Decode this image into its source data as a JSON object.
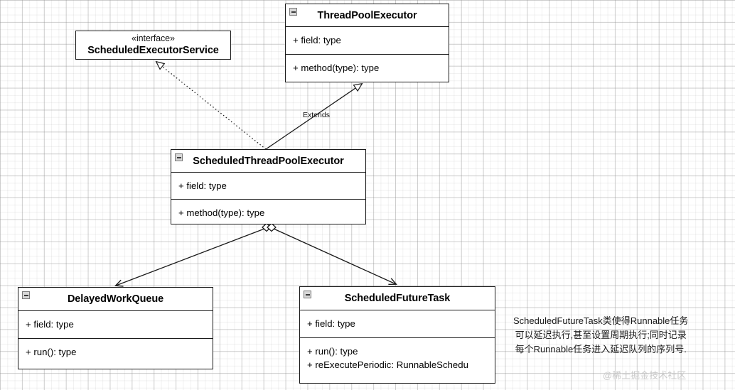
{
  "diagram": {
    "title": "ScheduledThreadPoolExecutor UML class diagram",
    "classes": [
      {
        "id": "thread-pool-executor",
        "name": "ThreadPoolExecutor",
        "stereotype": "",
        "icon": "collapse-icon",
        "fields": [
          "+ field: type"
        ],
        "methods": [
          "+ method(type): type"
        ]
      },
      {
        "id": "scheduled-executor-service",
        "name": "ScheduledExecutorService",
        "stereotype": "«interface»",
        "icon": "",
        "fields": [],
        "methods": []
      },
      {
        "id": "scheduled-thread-pool-executor",
        "name": "ScheduledThreadPoolExecutor",
        "stereotype": "",
        "icon": "collapse-icon",
        "fields": [
          "+ field: type"
        ],
        "methods": [
          "+ method(type): type"
        ]
      },
      {
        "id": "delayed-work-queue",
        "name": "DelayedWorkQueue",
        "stereotype": "",
        "icon": "collapse-icon",
        "fields": [
          "+ field: type"
        ],
        "methods": [
          "+ run(): type"
        ]
      },
      {
        "id": "scheduled-future-task",
        "name": "ScheduledFutureTask",
        "stereotype": "",
        "icon": "collapse-icon",
        "fields": [
          "+ field: type"
        ],
        "methods": [
          "+ run(): type",
          "+ reExecutePeriodic: RunnableSchedu"
        ]
      }
    ],
    "edges": [
      {
        "id": "extends-edge",
        "label": "Extends",
        "from": "scheduled-thread-pool-executor",
        "to": "thread-pool-executor",
        "style": "solid",
        "arrow": "hollow-triangle"
      },
      {
        "id": "implements-edge",
        "label": "",
        "from": "scheduled-thread-pool-executor",
        "to": "scheduled-executor-service",
        "style": "dotted",
        "arrow": "hollow-triangle"
      },
      {
        "id": "aggregation-delayed-work-queue",
        "label": "",
        "from": "scheduled-thread-pool-executor",
        "to": "delayed-work-queue",
        "style": "solid",
        "arrow": "open-arrow"
      },
      {
        "id": "aggregation-scheduled-future-task",
        "label": "",
        "from": "scheduled-thread-pool-executor",
        "to": "scheduled-future-task",
        "style": "solid",
        "arrow": "open-arrow"
      }
    ],
    "note": {
      "lines": [
        "ScheduledFutureTask类使得Runnable任务",
        "可以延迟执行,甚至设置周期执行;同时记录",
        "每个Runnable任务进入延迟队列的序列号."
      ]
    },
    "watermark": "@稀土掘金技术社区",
    "colors": {
      "stroke": "#1a1a1a",
      "box_fill": "#ffffff",
      "grid_minor": "#f0f0f0",
      "grid_major": "#dcdcdc",
      "watermark": "#c9c9c9"
    }
  }
}
